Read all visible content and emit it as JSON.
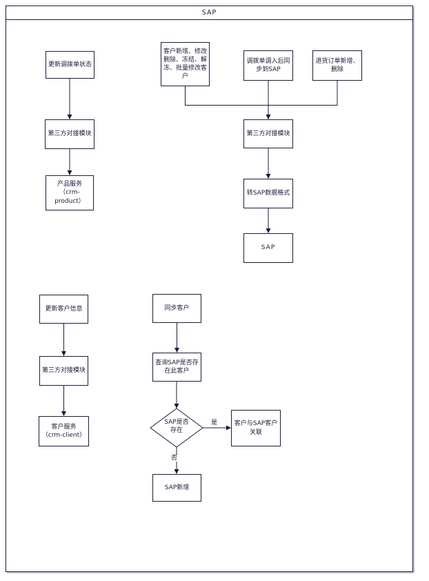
{
  "header": {
    "title": "SAP"
  },
  "colors": {
    "line": "#1b1b3c",
    "text": "#1b1b3c",
    "background": "#ffffff"
  },
  "nodes": [
    {
      "id": "update-transfer-order-status",
      "label": "更新调拨单状态"
    },
    {
      "id": "third-party-module-left",
      "label": "第三方对接模块"
    },
    {
      "id": "product-service",
      "label": "产品服务\n（crm-product）"
    },
    {
      "id": "customer-batch-ops",
      "label": "客户新增、修改删除、冻结、解冻、批量修改客户"
    },
    {
      "id": "transfer-order-sync",
      "label": "调拨单调入后同步到SAP"
    },
    {
      "id": "return-order-ops",
      "label": "退货订单新增、删除"
    },
    {
      "id": "third-party-module-center",
      "label": "第三方对接模块"
    },
    {
      "id": "convert-sap-format",
      "label": "转SAP数据格式"
    },
    {
      "id": "sap",
      "label": "SAP"
    },
    {
      "id": "update-customer-info",
      "label": "更新客户信息"
    },
    {
      "id": "third-party-module-bottom",
      "label": "第三方对接模块"
    },
    {
      "id": "customer-service",
      "label": "客户服务\n（crm-client）"
    },
    {
      "id": "sync-customer",
      "label": "同步客户"
    },
    {
      "id": "query-sap-exists",
      "label": "查询SAP是否存在此客户"
    },
    {
      "id": "decision-sap-exists",
      "label": "SAP是否存在"
    },
    {
      "id": "link-customer-sap",
      "label": "客户与SAP客户关联"
    },
    {
      "id": "sap-create",
      "label": "SAP新增"
    }
  ],
  "edges": {
    "yes_label": "是",
    "no_label": "否"
  }
}
